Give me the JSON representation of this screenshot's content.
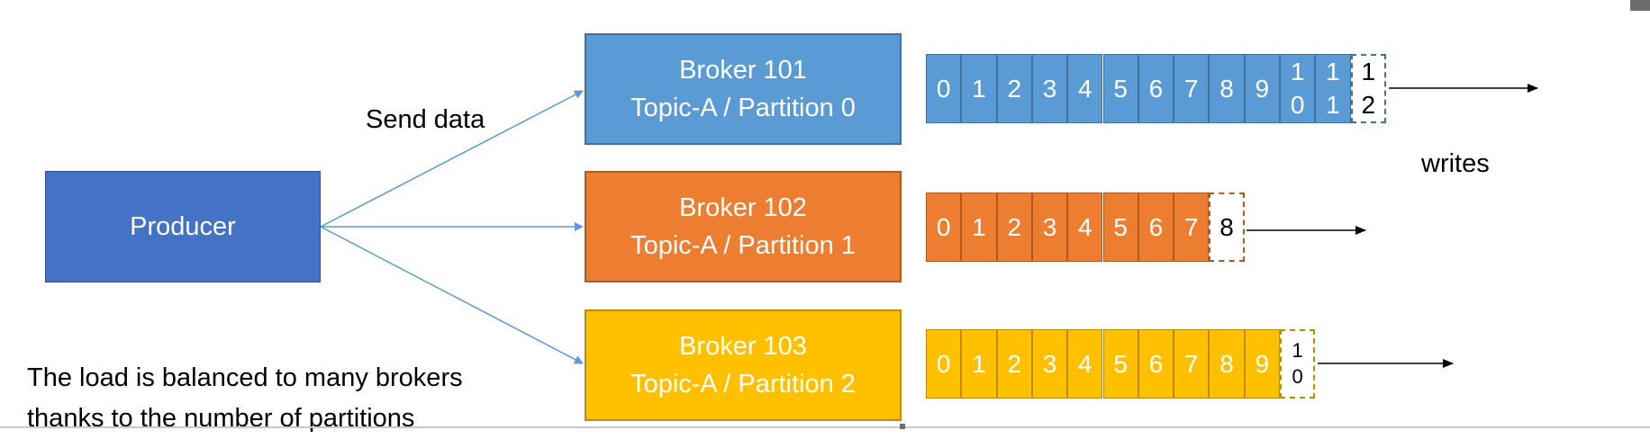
{
  "producer": {
    "label": "Producer"
  },
  "send_label": "Send data",
  "writes_label": "writes",
  "caption": {
    "line1": "The load is balanced to many brokers",
    "line2": "thanks to the number of partitions"
  },
  "brokers": [
    {
      "name": "Broker 101",
      "topic": "Topic-A / Partition 0"
    },
    {
      "name": "Broker 102",
      "topic": "Topic-A / Partition 1"
    },
    {
      "name": "Broker 103",
      "topic": "Topic-A / Partition 2"
    }
  ],
  "partitions": [
    {
      "cells": [
        [
          "0"
        ],
        [
          "1"
        ],
        [
          "2"
        ],
        [
          "3"
        ],
        [
          "4"
        ],
        [
          "5"
        ],
        [
          "6"
        ],
        [
          "7"
        ],
        [
          "8"
        ],
        [
          "9"
        ],
        [
          "1",
          "0"
        ],
        [
          "1",
          "1"
        ]
      ],
      "next": [
        "1",
        "2"
      ]
    },
    {
      "cells": [
        [
          "0"
        ],
        [
          "1"
        ],
        [
          "2"
        ],
        [
          "3"
        ],
        [
          "4"
        ],
        [
          "5"
        ],
        [
          "6"
        ],
        [
          "7"
        ]
      ],
      "next": [
        "8"
      ]
    },
    {
      "cells": [
        [
          "0"
        ],
        [
          "1"
        ],
        [
          "2"
        ],
        [
          "3"
        ],
        [
          "4"
        ],
        [
          "5"
        ],
        [
          "6"
        ],
        [
          "7"
        ],
        [
          "8"
        ],
        [
          "9"
        ]
      ],
      "next": [
        "1",
        "0"
      ]
    }
  ],
  "colors": {
    "producer": "#4472c4",
    "partition_fill": [
      "#5b9bd5",
      "#ed7d31",
      "#ffc000"
    ],
    "partition_border": [
      "#41719c",
      "#ae5a21",
      "#bc8c00"
    ],
    "send_arrow": "#5b9bd5",
    "write_arrow": "#000000"
  }
}
